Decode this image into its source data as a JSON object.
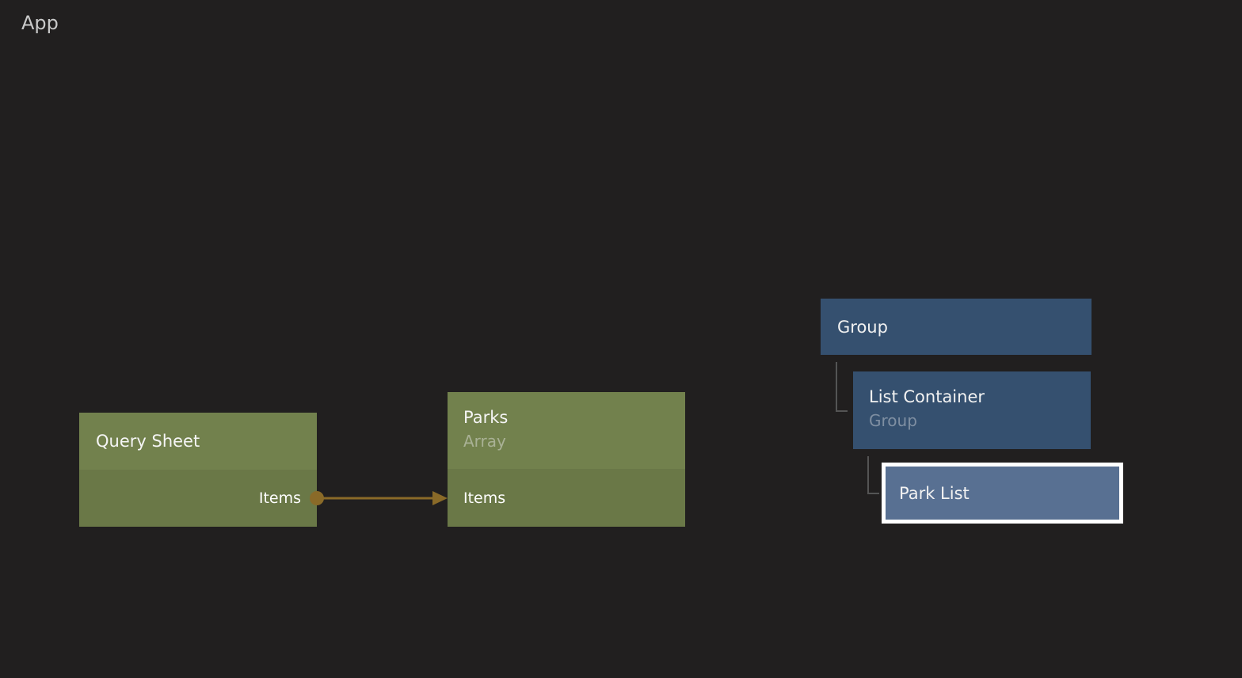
{
  "app": {
    "title": "App"
  },
  "flow": {
    "query_sheet": {
      "title": "Query Sheet",
      "output_port": "Items"
    },
    "parks": {
      "title": "Parks",
      "subtitle": "Array",
      "input_port": "Items"
    }
  },
  "tree": {
    "group": {
      "title": "Group"
    },
    "list_container": {
      "title": "List Container",
      "subtitle": "Group"
    },
    "park_list": {
      "title": "Park List",
      "selected": true
    }
  },
  "colors": {
    "canvas_background": "#211f1f",
    "flow_node_header": "#72814d",
    "flow_node_body": "#6a7847",
    "tree_node": "#35506f",
    "tree_node_selected": "#587092",
    "selection_border": "#ffffff",
    "connection": "#8a6a28",
    "tree_connector_line": "#545454",
    "title_text": "#f2f2f2",
    "subtitle_green": "#a9b195",
    "subtitle_blue": "#7f8fa2",
    "app_title_text": "#c9c9c9"
  }
}
